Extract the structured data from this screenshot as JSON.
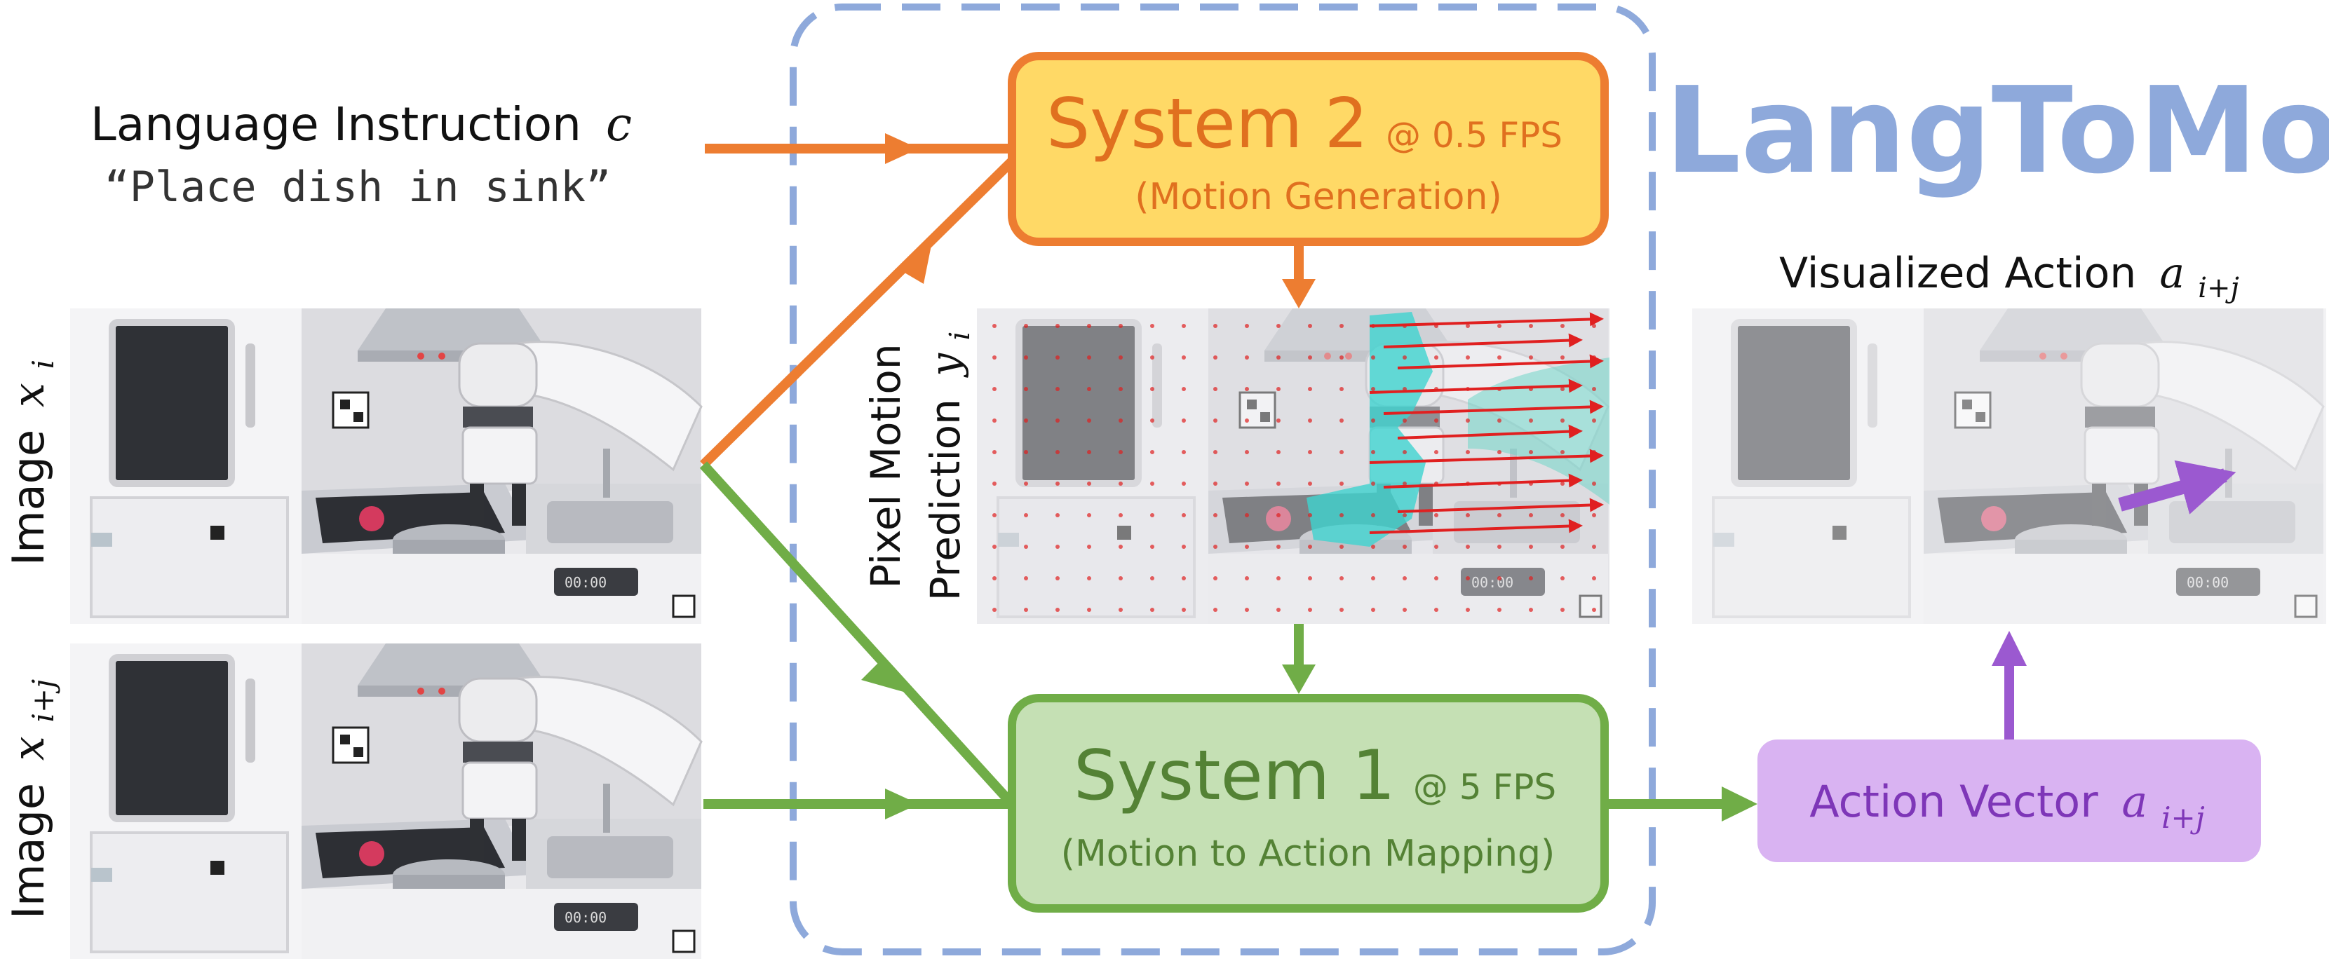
{
  "title": "LangToMo",
  "inputs": {
    "language_label": "Language Instruction",
    "language_var": "c",
    "instruction_text": "“Place dish in sink”",
    "image_i_label": "Image",
    "image_i_var": "x",
    "image_i_sub": "i",
    "image_ij_label": "Image",
    "image_ij_var": "x",
    "image_ij_sub": "i+j"
  },
  "system2": {
    "title": "System 2",
    "rate": "@ 0.5 FPS",
    "subtitle": "(Motion Generation)"
  },
  "system1": {
    "title": "System 1",
    "rate": "@ 5 FPS",
    "subtitle": "(Motion to Action Mapping)"
  },
  "pixel_motion": {
    "label_line1": "Pixel Motion",
    "label_line2": "Prediction",
    "var": "y",
    "sub": "i"
  },
  "action_vector": {
    "label": "Action Vector",
    "var": "a",
    "sub": "i+j"
  },
  "visualized_action": {
    "label": "Visualized Action",
    "var": "a",
    "sub": "i+j"
  },
  "colors": {
    "orange": "#ED7D31",
    "orange_fill": "#FFD966",
    "green": "#70AD47",
    "green_fill": "#C5E0B4",
    "purple": "#9B59D0",
    "purple_fill": "#D9B3F2",
    "blue_dash": "#8EA9DB",
    "title_blue": "#8EA9DB"
  },
  "icons": {
    "kitchen_frame_i": "robot-kitchen-photo-icon",
    "kitchen_frame_ij": "robot-kitchen-photo-icon",
    "motion_field": "pixel-motion-flow-icon",
    "visualized_frame": "robot-kitchen-action-icon"
  }
}
